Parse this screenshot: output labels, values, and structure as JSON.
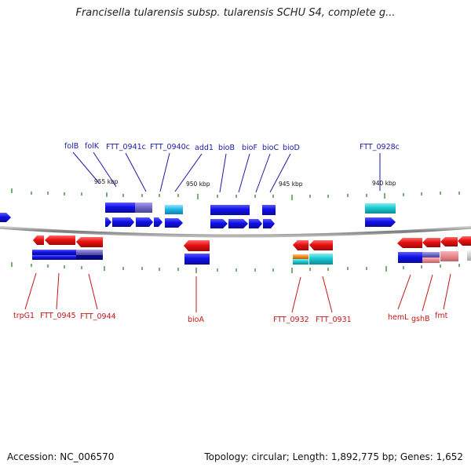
{
  "title": "Francisella tularensis subsp. tularensis SCHU S4, complete g...",
  "footer": {
    "accession": "Accession: NC_006570",
    "meta": "Topology: circular; Length: 1,892,775 bp; Genes: 1,652"
  },
  "scale_labels": [
    "955 kbp",
    "950 kbp",
    "945 kbp",
    "940 kbp"
  ],
  "top_labels": [
    "folB",
    "folK",
    "FTT_0941c",
    "FTT_0940c",
    "add1",
    "bioB",
    "bioF",
    "bioC",
    "bioD",
    "FTT_0928c"
  ],
  "bottom_labels": [
    "trpG1",
    "FTT_0945",
    "FTT_0944",
    "bioA",
    "FTT_0932",
    "FTT_0931",
    "hemL",
    "gshB",
    "fmt"
  ],
  "colors": {
    "top_strand": "#1a1ae6",
    "bottom_strand": "#e61a1a",
    "top_label": "#1a1aa8",
    "bottom_label": "#c81414",
    "tick": "#1f7a1f",
    "backbone": "#8a8a8a"
  }
}
